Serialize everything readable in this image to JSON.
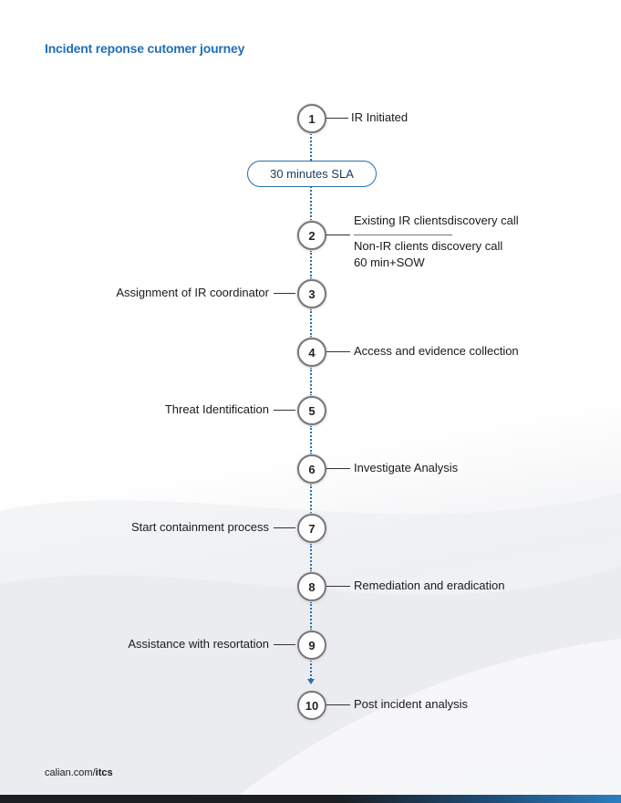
{
  "title": "Incident reponse cutomer journey",
  "sla_label": "30 minutes SLA",
  "steps": [
    {
      "number": "1",
      "label": "IR Initiated",
      "side": "right"
    },
    {
      "number": "2",
      "label": "Existing IR clientsdiscovery call",
      "label2": "Non-IR clients discovery call",
      "label3": "60 min+SOW",
      "side": "right"
    },
    {
      "number": "3",
      "label": "Assignment of IR coordinator",
      "side": "left"
    },
    {
      "number": "4",
      "label": "Access and evidence collection",
      "side": "right"
    },
    {
      "number": "5",
      "label": "Threat Identification",
      "side": "left"
    },
    {
      "number": "6",
      "label": "Investigate Analysis",
      "side": "right"
    },
    {
      "number": "7",
      "label": "Start containment process",
      "side": "left"
    },
    {
      "number": "8",
      "label": "Remediation and eradication",
      "side": "right"
    },
    {
      "number": "9",
      "label": "Assistance with resortation",
      "side": "left"
    },
    {
      "number": "10",
      "label": "Post incident analysis",
      "side": "right"
    }
  ],
  "footer": {
    "prefix": "calian.com/",
    "suffix": "itcs"
  },
  "colors": {
    "accent": "#1f6fb4",
    "line": "#2a6fa8",
    "bar": "#1b1f24"
  }
}
